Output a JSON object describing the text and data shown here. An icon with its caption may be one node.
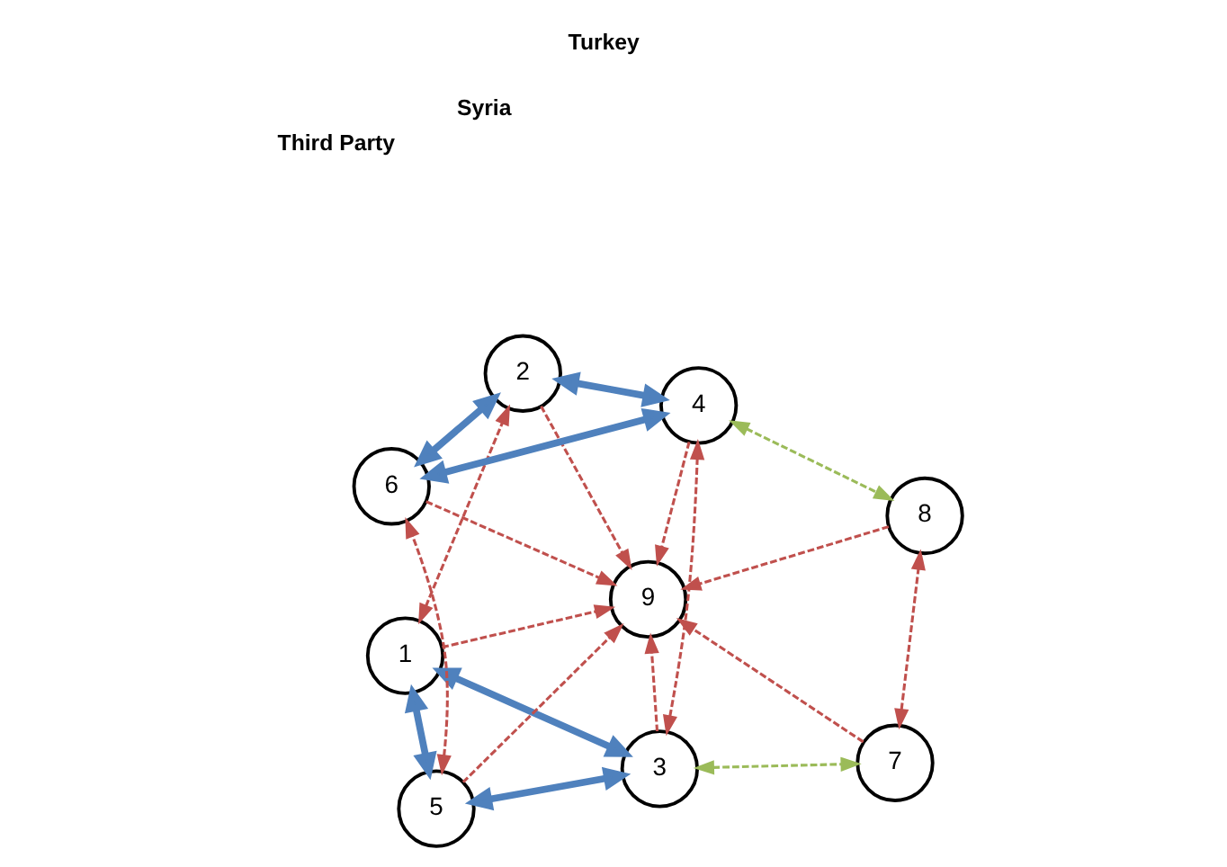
{
  "diagram": {
    "nodes": [
      {
        "text": [
          "1"
        ]
      },
      {
        "text": [
          "2"
        ]
      },
      {
        "text": [
          "3"
        ]
      },
      {
        "text": [
          "4"
        ]
      },
      {
        "text": [
          "5"
        ]
      },
      {
        "text": [
          "6"
        ]
      },
      {
        "text": [
          "7"
        ]
      },
      {
        "text": [
          "8"
        ]
      },
      {
        "text": [
          "9"
        ]
      }
    ],
    "edges": [
      {
        "from": 0,
        "to": 1,
        "arrow": "both",
        "style": "dashed"
      },
      {
        "from": 0,
        "to": 8,
        "arrow": "to",
        "style": "dashed"
      },
      {
        "from": 1,
        "to": 8,
        "arrow": "to",
        "style": "dashed"
      },
      {
        "from": 2,
        "to": 3,
        "arrow": "both",
        "style": "dashed"
      },
      {
        "from": 2,
        "to": 8,
        "arrow": "to",
        "style": "dashed"
      },
      {
        "from": 3,
        "to": 8,
        "arrow": "to",
        "style": "dashed"
      },
      {
        "from": 4,
        "to": 5,
        "arrow": "both",
        "style": "dashed"
      },
      {
        "from": 4,
        "to": 8,
        "arrow": "to",
        "style": "dashed"
      },
      {
        "from": 5,
        "to": 8,
        "arrow": "to",
        "style": "dashed"
      },
      {
        "from": 6,
        "to": 8,
        "arrow": "to",
        "style": "dashed"
      },
      {
        "from": 7,
        "to": 8,
        "arrow": "to",
        "style": "dashed"
      },
      {
        "from": 6,
        "to": 7,
        "arrow": "both",
        "style": "dashed"
      },
      {
        "from": 0,
        "to": 2,
        "arrow": "both",
        "style": "thick",
        "color": "#4f81bd"
      },
      {
        "from": 2,
        "to": 4,
        "arrow": "both",
        "style": "thick",
        "color": "#4f81bd"
      },
      {
        "from": 0,
        "to": 4,
        "arrow": "both",
        "style": "thick",
        "color": "#4f81bd"
      },
      {
        "from": 1,
        "to": 3,
        "arrow": "both",
        "style": "thick",
        "color": "#4f81bd"
      },
      {
        "from": 3,
        "to": 5,
        "arrow": "both",
        "style": "thick",
        "color": "#4f81bd"
      },
      {
        "from": 1,
        "to": 5,
        "arrow": "both",
        "style": "thick",
        "color": "#4f81bd"
      },
      {
        "from": 2,
        "to": 6,
        "arrow": "both",
        "style": "dashed",
        "color": "#9bbb59"
      },
      {
        "from": 3,
        "to": 7,
        "arrow": "both",
        "style": "dashed",
        "color": "#9bbb59"
      }
    ],
    "legend": [
      {
        "text": "Turkey"
      },
      {
        "text": "Syria"
      },
      {
        "text": "Third Party"
      }
    ]
  }
}
